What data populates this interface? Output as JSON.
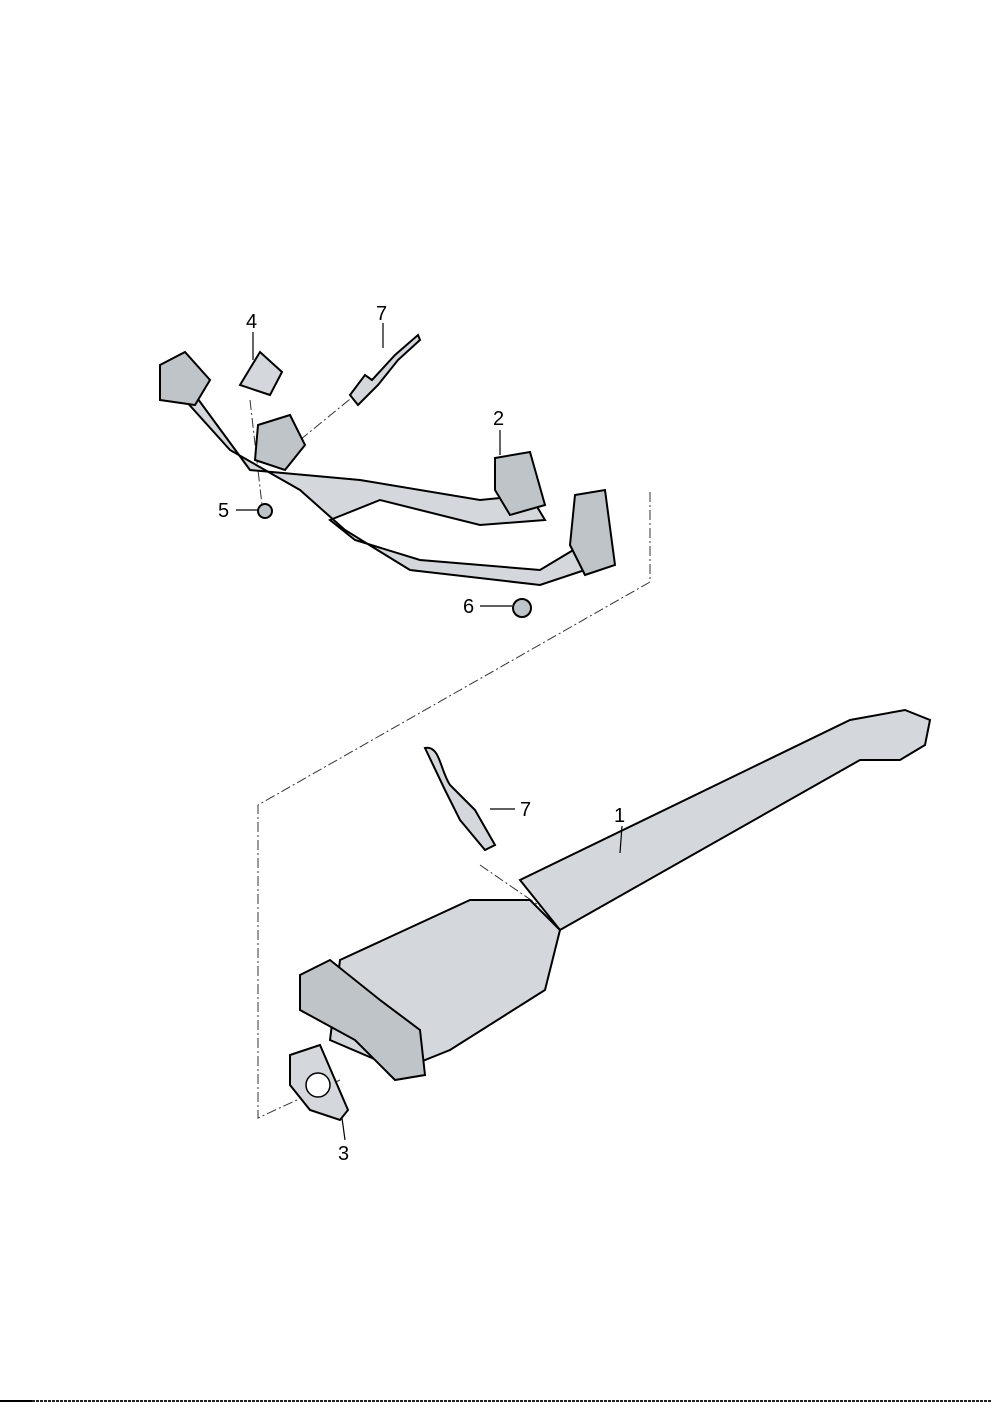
{
  "callouts": [
    {
      "id": "c1",
      "label": "1"
    },
    {
      "id": "c2",
      "label": "2"
    },
    {
      "id": "c3",
      "label": "3"
    },
    {
      "id": "c4",
      "label": "4"
    },
    {
      "id": "c5",
      "label": "5"
    },
    {
      "id": "c6",
      "label": "6"
    },
    {
      "id": "c7a",
      "label": "7"
    },
    {
      "id": "c7b",
      "label": "7"
    }
  ]
}
